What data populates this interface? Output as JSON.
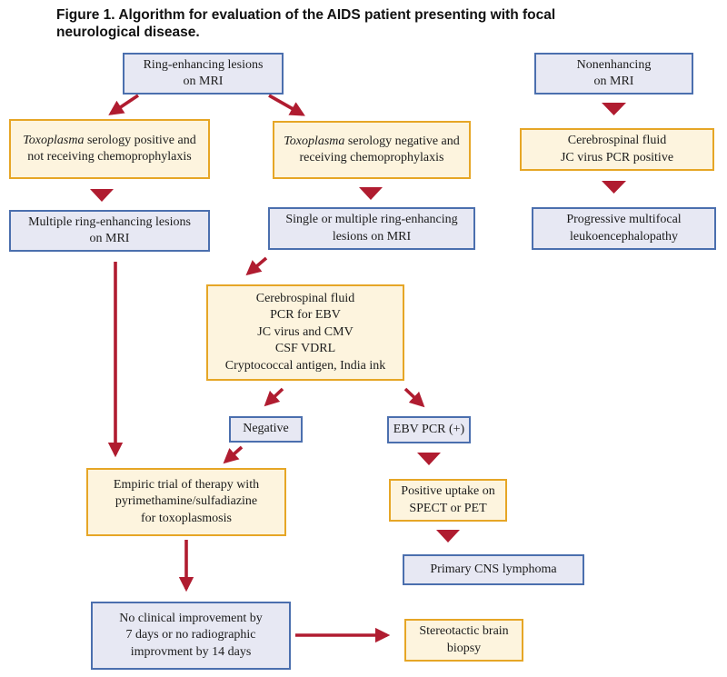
{
  "title": {
    "prefix": "Figure 1.",
    "text": " Algorithm for evaluation of the AIDS patient presenting with focal\nneurological disease."
  },
  "nodes": {
    "ring": {
      "text": "Ring-enhancing lesions\non MRI"
    },
    "nonenhancing": {
      "text": "Nonenhancing\non MRI"
    },
    "toxo_positive": {
      "italic": "Toxoplasma",
      "text": " serology positive and\nnot receiving chemoprophylaxis"
    },
    "toxo_negative": {
      "italic": "Toxoplasma",
      "text": " serology negative and\nreceiving chemoprophylaxis"
    },
    "csf_jc": {
      "text": "Cerebrospinal fluid\nJC virus PCR positive"
    },
    "multiple": {
      "text": "Multiple ring-enhancing lesions\non MRI"
    },
    "single": {
      "text": "Single or multiple ring-enhancing\nlesions on MRI"
    },
    "pml": {
      "text": "Progressive multifocal\nleukoencephalopathy"
    },
    "csf_panel": {
      "text": "Cerebrospinal fluid\nPCR for EBV\nJC virus and CMV\nCSF VDRL\nCryptococcal antigen, India ink"
    },
    "negative": {
      "text": "Negative"
    },
    "ebv_pcr": {
      "text": "EBV PCR (+)"
    },
    "empiric": {
      "text": "Empiric trial of therapy with\npyrimethamine/sulfadiazine\nfor toxoplasmosis"
    },
    "pos_uptake": {
      "text": "Positive uptake on\nSPECT or PET"
    },
    "primary_cns": {
      "text": "Primary CNS lymphoma"
    },
    "no_improvement": {
      "text": "No clinical improvement by\n7 days or no radiographic\nimprovment by 14 days"
    },
    "biopsy": {
      "text": "Stereotactic brain\nbiopsy"
    }
  },
  "colors": {
    "box-blue-bg": "#e7e8f3",
    "box-blue-border": "#4b6fae",
    "box-cream-bg": "#fdf4de",
    "box-cream-border": "#e6a626",
    "arrow": "#b01c30",
    "text": "#1b1b1b"
  }
}
